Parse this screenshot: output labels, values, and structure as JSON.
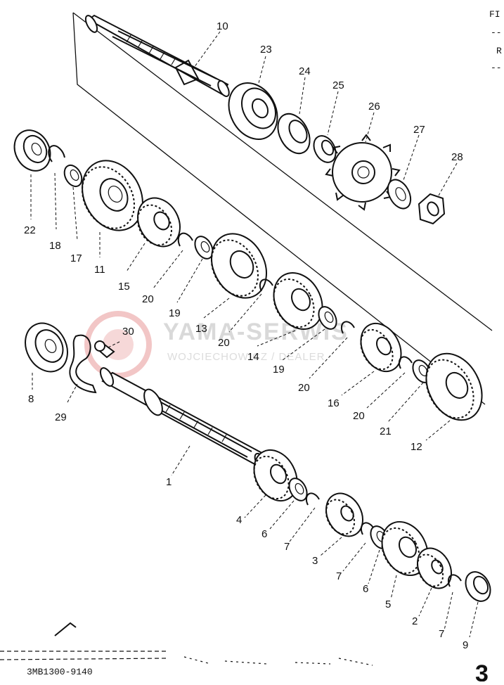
{
  "watermark": {
    "brand": "YAMA-SERWIS",
    "sub": "WOJCIECHOWICZ / DEALER",
    "accent_color": "#e8a3a3"
  },
  "document_number": "3MB1300-9140",
  "corner_text": {
    "top_1": "FI",
    "top_2": "--",
    "top_3": "R",
    "top_4": "--"
  },
  "page_corner_mark": "3",
  "callouts": {
    "c10": "10",
    "c23": "23",
    "c24": "24",
    "c25": "25",
    "c26": "26",
    "c27": "27",
    "c28": "28",
    "c22": "22",
    "c18": "18",
    "c17": "17",
    "c11": "11",
    "c15": "15",
    "c20a": "20",
    "c19a": "19",
    "c13": "13",
    "c20b": "20",
    "c14": "14",
    "c19b": "19",
    "c20c": "20",
    "c16": "16",
    "c20d": "20",
    "c21": "21",
    "c12": "12",
    "c30": "30",
    "c8": "8",
    "c29": "29",
    "c1": "1",
    "c4": "4",
    "c6a": "6",
    "c7a": "7",
    "c3": "3",
    "c7b": "7",
    "c6b": "6",
    "c5": "5",
    "c2": "2",
    "c7c": "7",
    "c9": "9"
  }
}
